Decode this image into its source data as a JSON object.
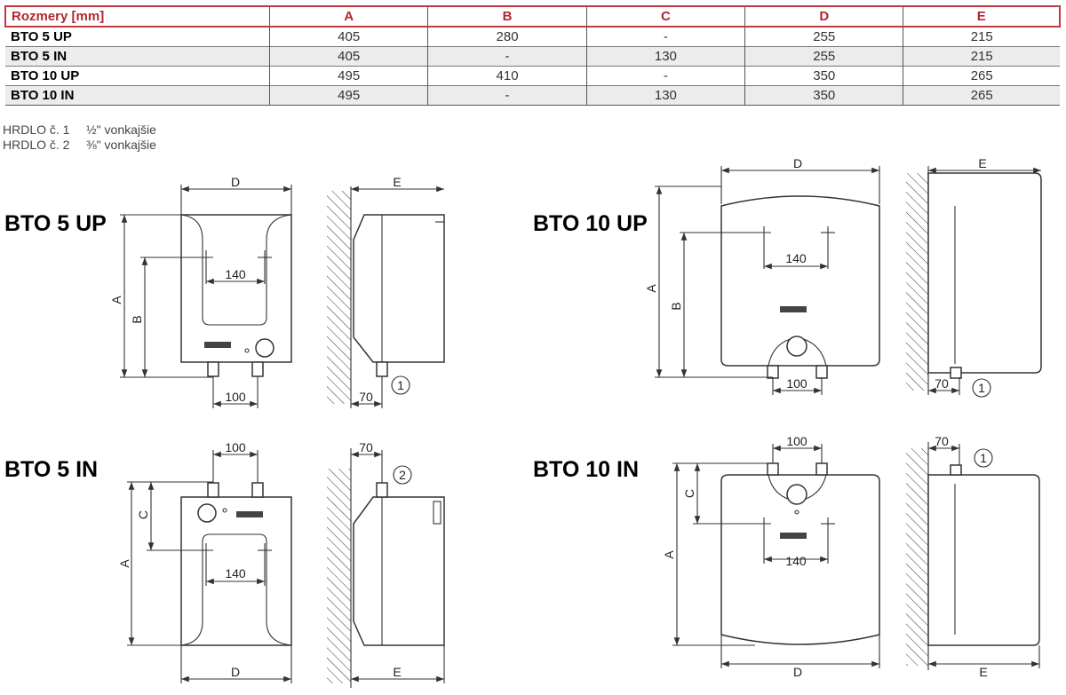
{
  "table": {
    "headers": [
      "Rozmery [mm]",
      "A",
      "B",
      "C",
      "D",
      "E"
    ],
    "rows": [
      [
        "BTO 5 UP",
        "405",
        "280",
        "-",
        "255",
        "215"
      ],
      [
        "BTO 5 IN",
        "405",
        "-",
        "130",
        "255",
        "215"
      ],
      [
        "BTO 10 UP",
        "495",
        "410",
        "-",
        "350",
        "265"
      ],
      [
        "BTO 10 IN",
        "495",
        "-",
        "130",
        "350",
        "265"
      ]
    ]
  },
  "notes": [
    {
      "label": "HRDLO č. 1",
      "value": "½\" vonkajšie"
    },
    {
      "label": "HRDLO č. 2",
      "value": "⅜\" vonkajšie"
    }
  ],
  "drawings": {
    "bto5up": {
      "title": "BTO 5 UP",
      "d": "D",
      "a": "A",
      "b": "B",
      "inner": "140",
      "pipes": "100",
      "e": "E",
      "wall": "70",
      "connector": "1"
    },
    "bto5in": {
      "title": "BTO 5 IN",
      "d": "D",
      "a": "A",
      "c": "C",
      "inner": "140",
      "pipes": "100",
      "e": "E",
      "wall": "70",
      "connector": "2"
    },
    "bto10up": {
      "title": "BTO 10 UP",
      "d": "D",
      "a": "A",
      "b": "B",
      "inner": "140",
      "pipes": "100",
      "e": "E",
      "wall": "70",
      "connector": "1"
    },
    "bto10in": {
      "title": "BTO 10 IN",
      "d": "D",
      "a": "A",
      "c": "C",
      "inner": "140",
      "pipes": "100",
      "e": "E",
      "wall": "70",
      "connector": "1"
    }
  }
}
